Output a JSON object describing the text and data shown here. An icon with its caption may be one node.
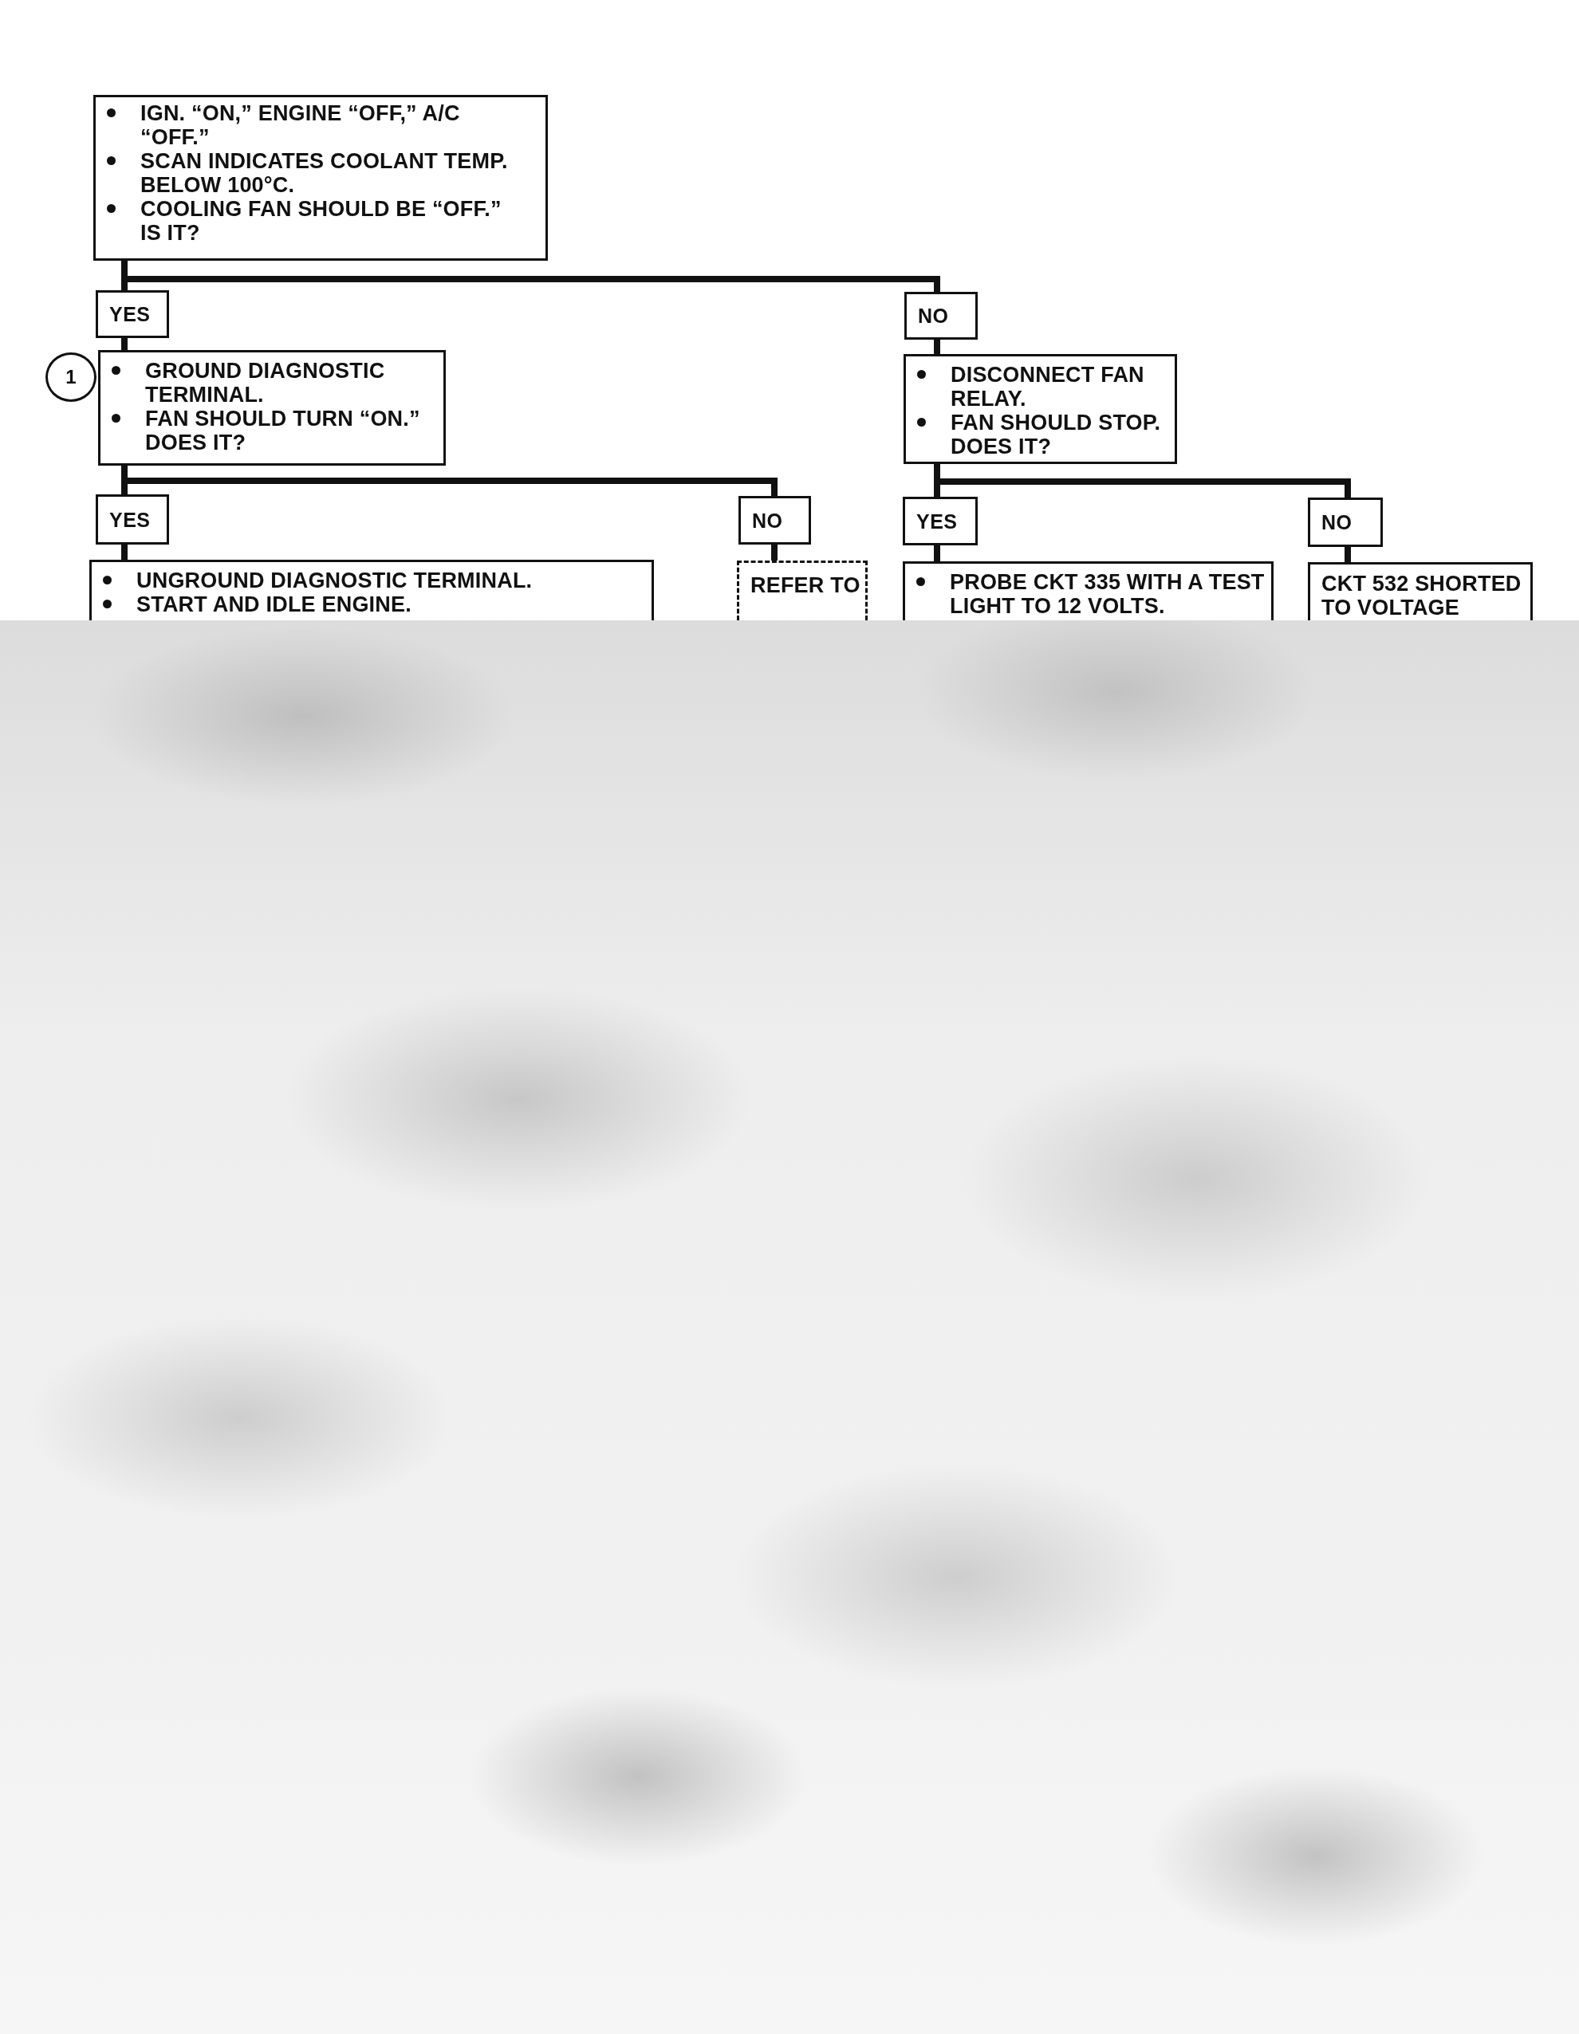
{
  "diagram": {
    "nodes": [
      {
        "text": [
          "IGN. “ON,” ENGINE “OFF,” A/C “OFF.”",
          "SCAN INDICATES COOLANT TEMP. BELOW 100°C.",
          "COOLING FAN SHOULD BE “OFF.” IS IT?"
        ]
      },
      {
        "text": [
          "YES"
        ]
      },
      {
        "text": [
          "NO"
        ]
      },
      {
        "text": [
          "1"
        ]
      },
      {
        "text": [
          "GROUND DIAGNOSTIC TERMINAL.",
          "FAN SHOULD TURN “ON.” DOES IT?"
        ]
      },
      {
        "text": [
          "DISCONNECT FAN RELAY.",
          "FAN SHOULD STOP. DOES IT?"
        ]
      },
      {
        "text": [
          "YES"
        ]
      },
      {
        "text": [
          "NO"
        ]
      },
      {
        "text": [
          "YES"
        ]
      },
      {
        "text": [
          "NO"
        ]
      },
      {
        "text": [
          "UNGROUND DIAGNOSTIC TERMINAL.",
          "START AND IDLE ENGINE."
        ]
      },
      {
        "text": [
          "REFER TO"
        ]
      },
      {
        "text": [
          "PROBE CKT 335 WITH A TEST LIGHT TO 12 VOLTS."
        ]
      },
      {
        "text": [
          "CKT 532 SHORTED TO VOLTAGE"
        ]
      }
    ],
    "edges": [
      {
        "from": 0,
        "to": 1,
        "arrow": "none"
      },
      {
        "from": 0,
        "to": 2,
        "arrow": "none"
      },
      {
        "from": 1,
        "to": 4,
        "arrow": "none"
      },
      {
        "from": 2,
        "to": 5,
        "arrow": "none"
      },
      {
        "from": 4,
        "to": 6,
        "arrow": "none"
      },
      {
        "from": 4,
        "to": 7,
        "arrow": "none"
      },
      {
        "from": 5,
        "to": 8,
        "arrow": "none"
      },
      {
        "from": 5,
        "to": 9,
        "arrow": "none"
      },
      {
        "from": 6,
        "to": 10,
        "arrow": "none"
      },
      {
        "from": 7,
        "to": 11,
        "arrow": "none"
      },
      {
        "from": 8,
        "to": 12,
        "arrow": "none"
      },
      {
        "from": 9,
        "to": 13,
        "arrow": "none"
      }
    ]
  }
}
